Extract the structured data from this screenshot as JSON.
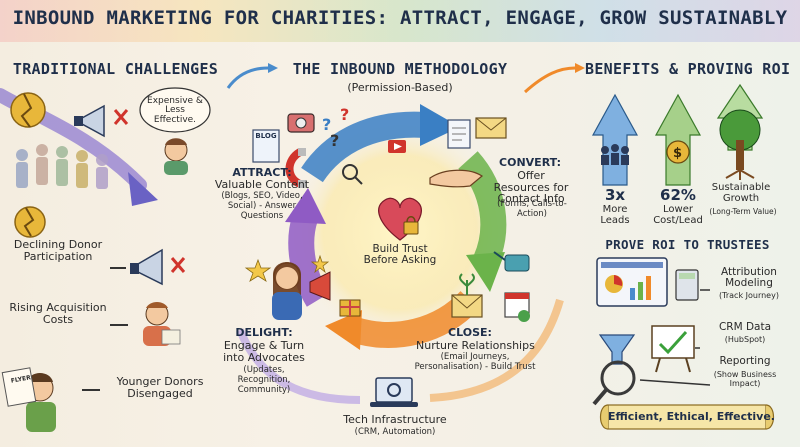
{
  "title": "INBOUND MARKETING FOR CHARITIES: ATTRACT, ENGAGE, GROW SUSTAINABLY",
  "left": {
    "heading": "TRADITIONAL CHALLENGES",
    "bubble": "Expensive & Less Effective.",
    "declining": "Declining Donor Participation",
    "rising": "Rising Acquisition Costs",
    "younger": "Younger Donors Disengaged",
    "flyer": "FLYER"
  },
  "center": {
    "heading": "THE INBOUND METHODOLOGY",
    "subheading": "(Permission-Based)",
    "blog": "BLOG",
    "hub": "Build Trust Before Asking",
    "attract_title": "ATTRACT:",
    "attract_body": "Valuable Content",
    "attract_detail": "(Blogs, SEO, Video, Social) - Answer Questions",
    "convert_title": "CONVERT:",
    "convert_body": "Offer Resources for Contact Info",
    "convert_detail": "(Forms, Calls-to-Action)",
    "close_title": "CLOSE:",
    "close_body": "Nurture Relationships",
    "close_detail": "(Email Journeys, Personalisation) - Build Trust",
    "delight_title": "DELIGHT:",
    "delight_body": "Engage & Turn into Advocates",
    "delight_detail": "(Updates, Recognition, Community)",
    "tech_title": "Tech Infrastructure",
    "tech_detail": "(CRM, Automation)"
  },
  "right": {
    "heading": "BENEFITS & PROVING ROI",
    "stat1_value": "3x",
    "stat1_label": "More Leads",
    "stat2_value": "62%",
    "stat2_label": "Lower Cost/Lead",
    "stat3_label": "Sustainable Growth",
    "stat3_detail": "(Long-Term Value)",
    "roi_heading": "PROVE ROI TO TRUSTEES",
    "attribution": "Attribution Modeling",
    "attribution_detail": "(Track Journey)",
    "crm": "CRM Data",
    "crm_detail": "(HubSpot)",
    "reporting": "Reporting",
    "reporting_detail": "(Show Business Impact)",
    "banner": "Efficient, Ethical, Effective."
  },
  "colors": {
    "navy": "#1f2f4a",
    "attract": "#3a7fc4",
    "convert": "#6bb34a",
    "close": "#f08a2a",
    "delight": "#8f5bc4",
    "alert": "#d0342c",
    "gold": "#e8b73a"
  },
  "icons": [
    "broken-coin-icon",
    "megaphone-icon",
    "x-mark-icon",
    "worried-person-icon",
    "crowd-icon",
    "camera-icon",
    "magnet-icon",
    "question-mark-icon",
    "document-icon",
    "envelope-icon",
    "hand-icon",
    "heart-lock-icon",
    "watering-can-icon",
    "calendar-icon",
    "gift-icon",
    "star-icon",
    "laptop-gear-icon",
    "people-icon",
    "coin-dollar-icon",
    "tree-icon",
    "dashboard-icon",
    "calculator-icon",
    "chart-board-icon",
    "funnel-icon",
    "magnifier-icon",
    "scroll-banner-icon"
  ]
}
